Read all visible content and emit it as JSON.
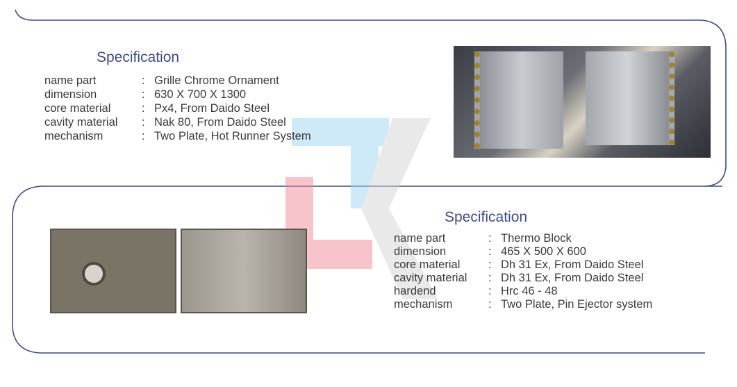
{
  "sections": [
    {
      "heading": "Specification",
      "rows": [
        {
          "label": "name part",
          "sep": ":",
          "value": "Grille Chrome Ornament"
        },
        {
          "label": "dimension",
          "sep": ":",
          "value": "630 X 700 X 1300"
        },
        {
          "label": "core material",
          "sep": ":",
          "value": "Px4, From Daido Steel"
        },
        {
          "label": "cavity material",
          "sep": ":",
          "value": "Nak 80, From Daido Steel"
        },
        {
          "label": "mechanism",
          "sep": ":",
          "value": "Two Plate, Hot Runner System"
        }
      ]
    },
    {
      "heading": "Specification",
      "rows": [
        {
          "label": "name part",
          "sep": ":",
          "value": "Thermo Block"
        },
        {
          "label": "dimension",
          "sep": ":",
          "value": "465 X 500 X 600"
        },
        {
          "label": "core material",
          "sep": ":",
          "value": "Dh 31 Ex, From Daido Steel"
        },
        {
          "label": "cavity material",
          "sep": ":",
          "value": "Dh 31 Ex, From Daido Steel"
        },
        {
          "label": "hardend",
          "sep": ":",
          "value": "Hrc 46 - 48"
        },
        {
          "label": "mechanism",
          "sep": ":",
          "value": "Two Plate, Pin Ejector system"
        }
      ]
    }
  ],
  "colors": {
    "frame": "#3d4c82",
    "heading": "#3d4c82",
    "wm_red": "#f08a98",
    "wm_blue": "#9fd6f2",
    "wm_grey": "#d4d4d4"
  }
}
